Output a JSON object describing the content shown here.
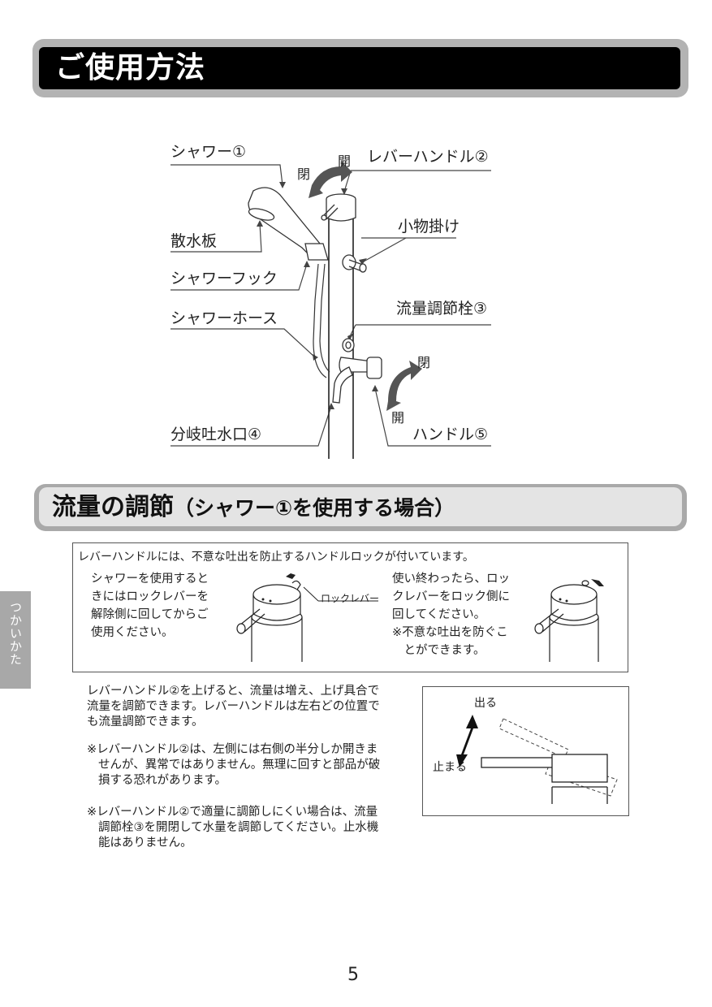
{
  "section1": {
    "title": "ご使用方法",
    "diagram": {
      "labels": {
        "shower": "シャワー①",
        "lever_handle": "レバーハンドル②",
        "spray_plate": "散水板",
        "small_hook": "小物掛け",
        "shower_hook": "シャワーフック",
        "flow_valve": "流量調節栓③",
        "shower_hose": "シャワーホース",
        "branch_spout": "分岐吐水口④",
        "handle": "ハンドル⑤"
      },
      "arrows": {
        "lever_close": "閉",
        "lever_open": "開",
        "handle_close": "閉",
        "handle_open": "開"
      }
    }
  },
  "section2": {
    "title": "流量の調節",
    "subtitle": "（シャワー①を使用する場合）",
    "lock_box": {
      "heading": "レバーハンドルには、不意な吐出を防止するハンドルロックが付いています。",
      "left_text": [
        "シャワーを使用すると",
        "きにはロックレバーを",
        "解除側に回してからご",
        "使用ください。"
      ],
      "lock_lever_label": "ロックレバー",
      "right_text": [
        "使い終わったら、ロッ",
        "クレバーをロック側に",
        "回してください。",
        "※不意な吐出を防ぐこ",
        "　とができます。"
      ]
    },
    "paragraphs": [
      [
        "レバーハンドル②を上げると、流量は増え、上げ具合で",
        "流量を調節できます。レバーハンドルは左右どの位置で",
        "も流量調節できます。"
      ],
      [
        "※レバーハンドル②は、左側には右側の半分しか開きま",
        "せんが、異常ではありません。無理に回すと部品が破",
        "損する恐れがあります。"
      ],
      [
        "※レバーハンドル②で適量に調節しにくい場合は、流量",
        "調節栓③を開閉して水量を調節してください。止水機",
        "能はありません。"
      ]
    ],
    "handle_diagram": {
      "up_label": "出る",
      "down_label": "止まる"
    }
  },
  "side_tab": "つかいかた",
  "page_number": "5"
}
